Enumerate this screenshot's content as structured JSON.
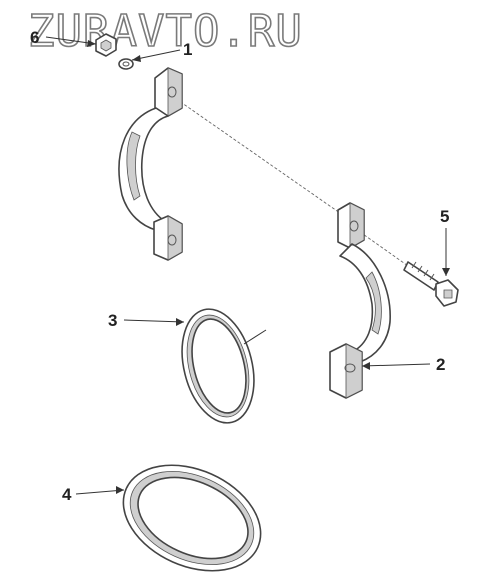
{
  "watermark": "ZURAVTO.RU",
  "callouts": {
    "p1": "1",
    "p2": "2",
    "p3": "3",
    "p4": "4",
    "p5": "5",
    "p6": "6"
  },
  "colors": {
    "line": "#444444",
    "shade": "#cfcfcf",
    "background": "#ffffff"
  }
}
